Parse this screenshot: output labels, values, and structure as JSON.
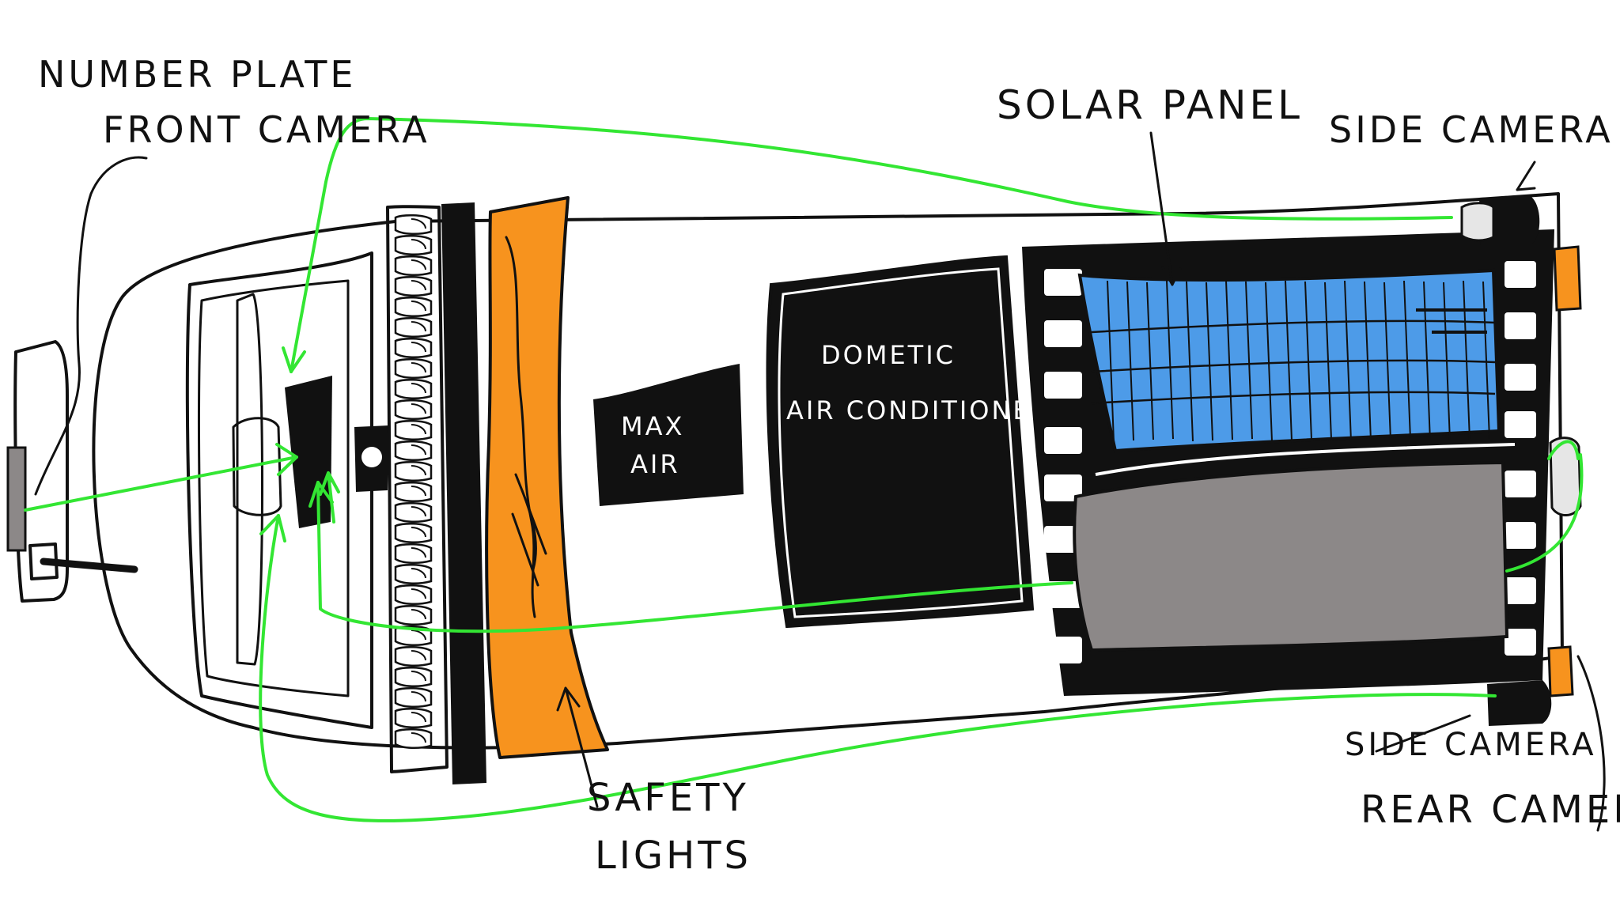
{
  "labels": {
    "number_plate_front_camera_line1": "NUMBER PLATE",
    "number_plate_front_camera_line2": "FRONT CAMERA",
    "solar_panel": "SOLAR PANEL",
    "side_camera_top": "SIDE CAMERA",
    "side_camera_bottom": "SIDE CAMERA",
    "rear_camera": "REAR CAMERA",
    "safety_lights_line1": "SAFETY",
    "safety_lights_line2": "LIGHTS",
    "max_air_line1": "MAX",
    "max_air_line2": "AIR",
    "dometic_line1": "DOMETIC",
    "dometic_line2": "AIR CONDITIONER"
  },
  "colors": {
    "wire": "#33e633",
    "safety_lights": "#f7931e",
    "solar_panel": "#4d9be8",
    "rear_box": "#8c8888",
    "ink": "#111111",
    "body": "#ffffff"
  }
}
